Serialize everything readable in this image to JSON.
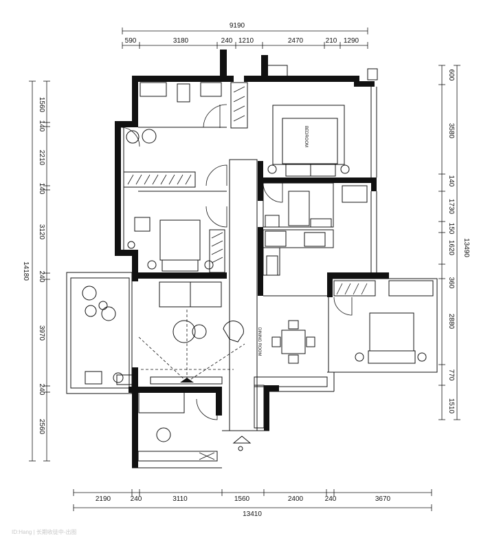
{
  "dimensions": {
    "top_total": "9190",
    "top_segments": [
      "590",
      "3180",
      "240",
      "1210",
      "2470",
      "210",
      "1290"
    ],
    "bottom_segments": [
      "2190",
      "240",
      "3110",
      "1560",
      "2400",
      "240",
      "3670"
    ],
    "bottom_total": "13410",
    "left_segments": [
      "1560",
      "140",
      "2210",
      "140",
      "3120",
      "240",
      "3970",
      "240",
      "2560"
    ],
    "left_total": "14180",
    "right_segments": [
      "600",
      "3580",
      "140",
      "1730",
      "150",
      "1620",
      "360",
      "2880",
      "770",
      "1510"
    ],
    "right_total": "13490"
  },
  "rooms": {
    "bedroom_label": "BEDROOM",
    "dining_label": "DINING ROOM"
  },
  "watermark": "ID:Hang | 长期收徒中-出图"
}
